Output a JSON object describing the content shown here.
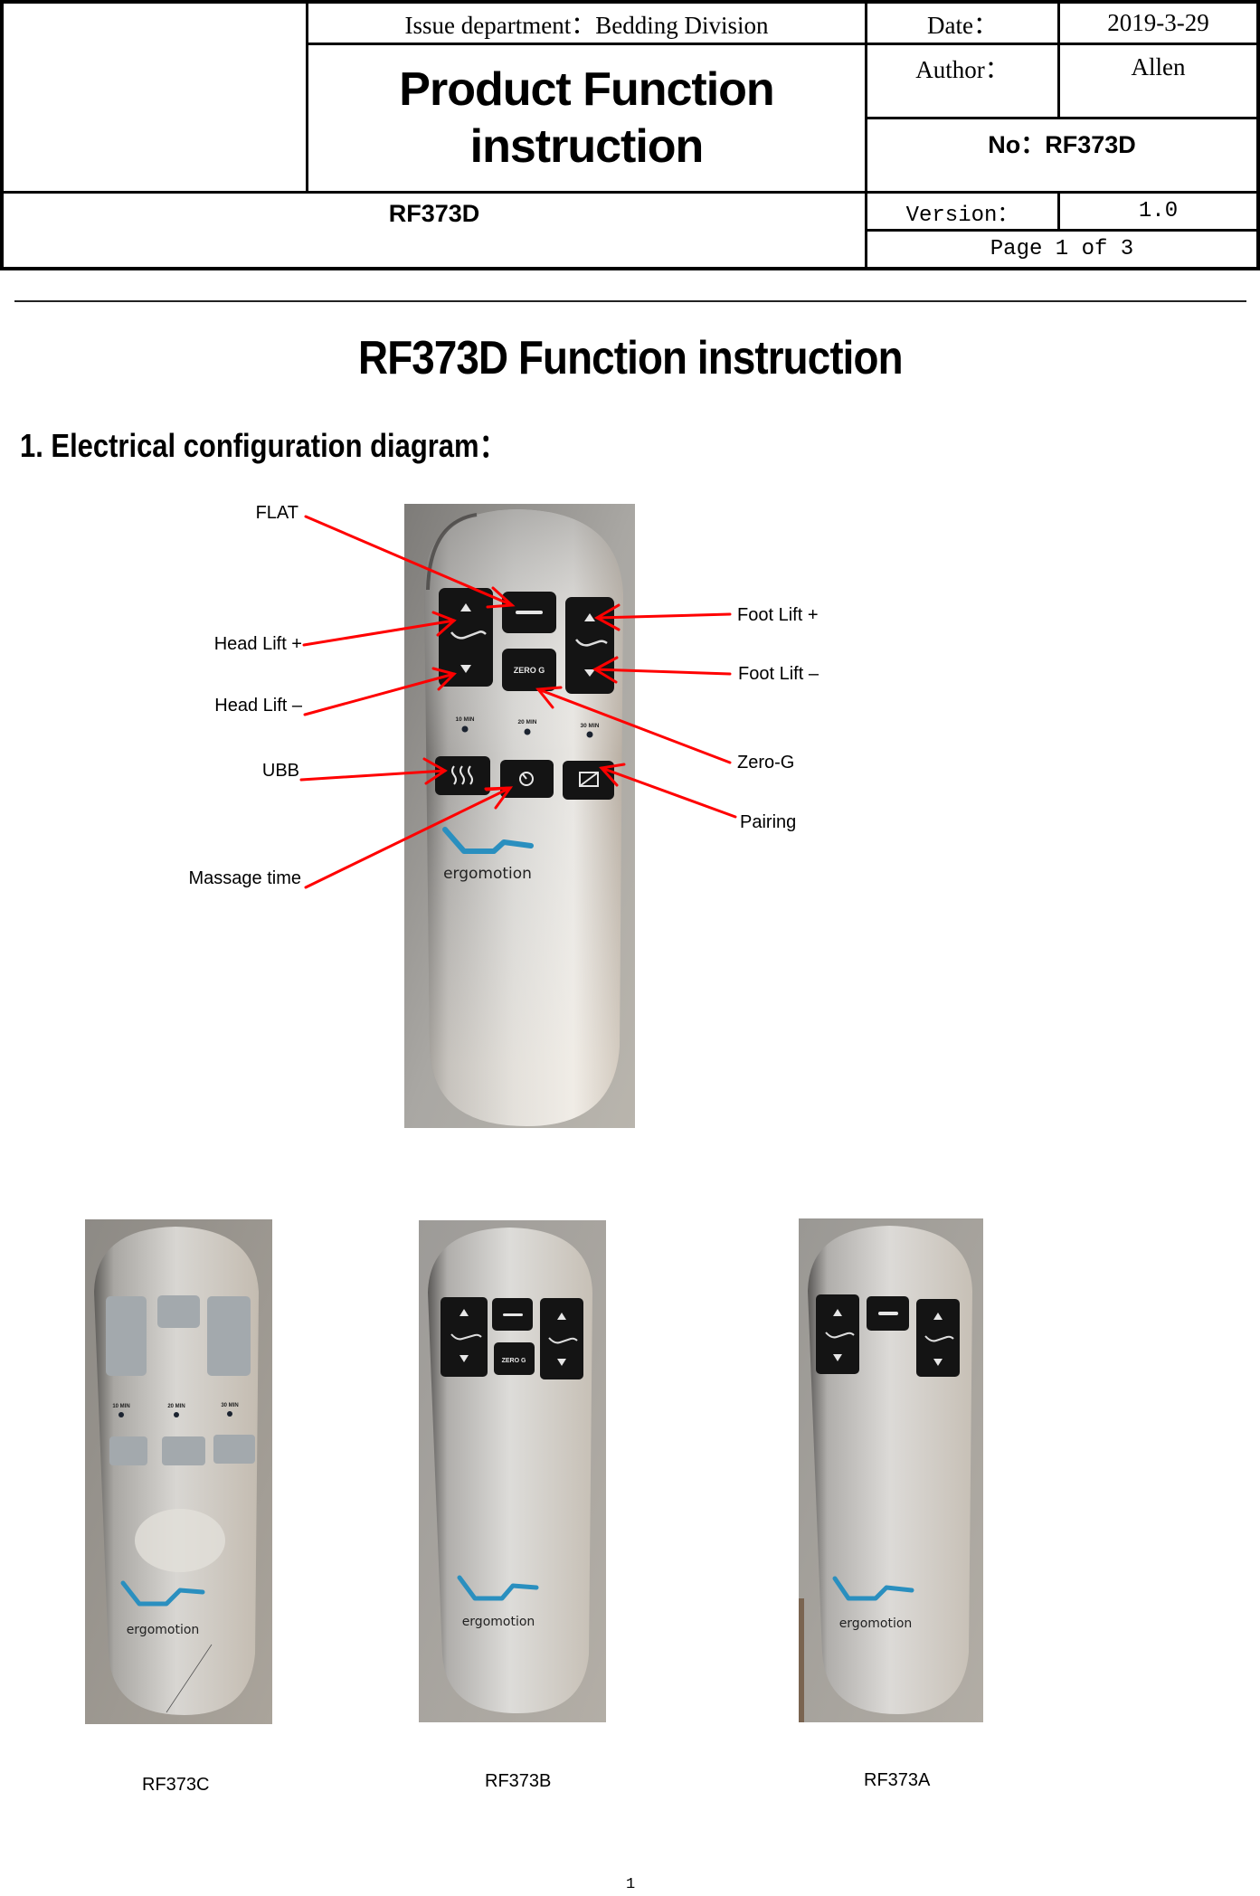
{
  "header": {
    "issue_department": "Issue department：Bedding Division",
    "date_label": "Date：",
    "date_value": "2019-3-29",
    "title_line1": "Product Function",
    "title_line2": "instruction",
    "author_label": "Author：",
    "author_value": "Allen",
    "number": "No：RF373D",
    "model": "RF373D",
    "version_label": "Version：",
    "version_value": "1.0",
    "page_info": "Page 1 of 3"
  },
  "document": {
    "title": "RF373D Function instruction",
    "section_1": "1.  Electrical configuration diagram："
  },
  "diagram": {
    "arrow_color": "#ff0000",
    "callouts": {
      "flat": "FLAT",
      "head_lift_up": "Head Lift +",
      "head_lift_down": "Head Lift –",
      "ubb": "UBB",
      "massage_time": "Massage time",
      "foot_lift_up": "Foot Lift +",
      "foot_lift_down": "Foot Lift –",
      "zero_g": "Zero-G",
      "pairing": "Pairing"
    },
    "remote": {
      "zero_g_button": "ZERO G",
      "timer_labels": [
        "10 MIN",
        "20 MIN",
        "30 MIN"
      ],
      "brand": "ergomotion",
      "brand_color": "#2a8fbf"
    }
  },
  "variants": [
    {
      "caption": "RF373C",
      "timer_labels": [
        "10 MIN",
        "20 MIN",
        "30 MIN"
      ],
      "brand": "ergomotion"
    },
    {
      "caption": "RF373B",
      "zero_g_button": "ZERO G",
      "brand": "ergomotion"
    },
    {
      "caption": "RF373A",
      "brand": "ergomotion"
    }
  ],
  "footer": {
    "page_number": "1"
  }
}
